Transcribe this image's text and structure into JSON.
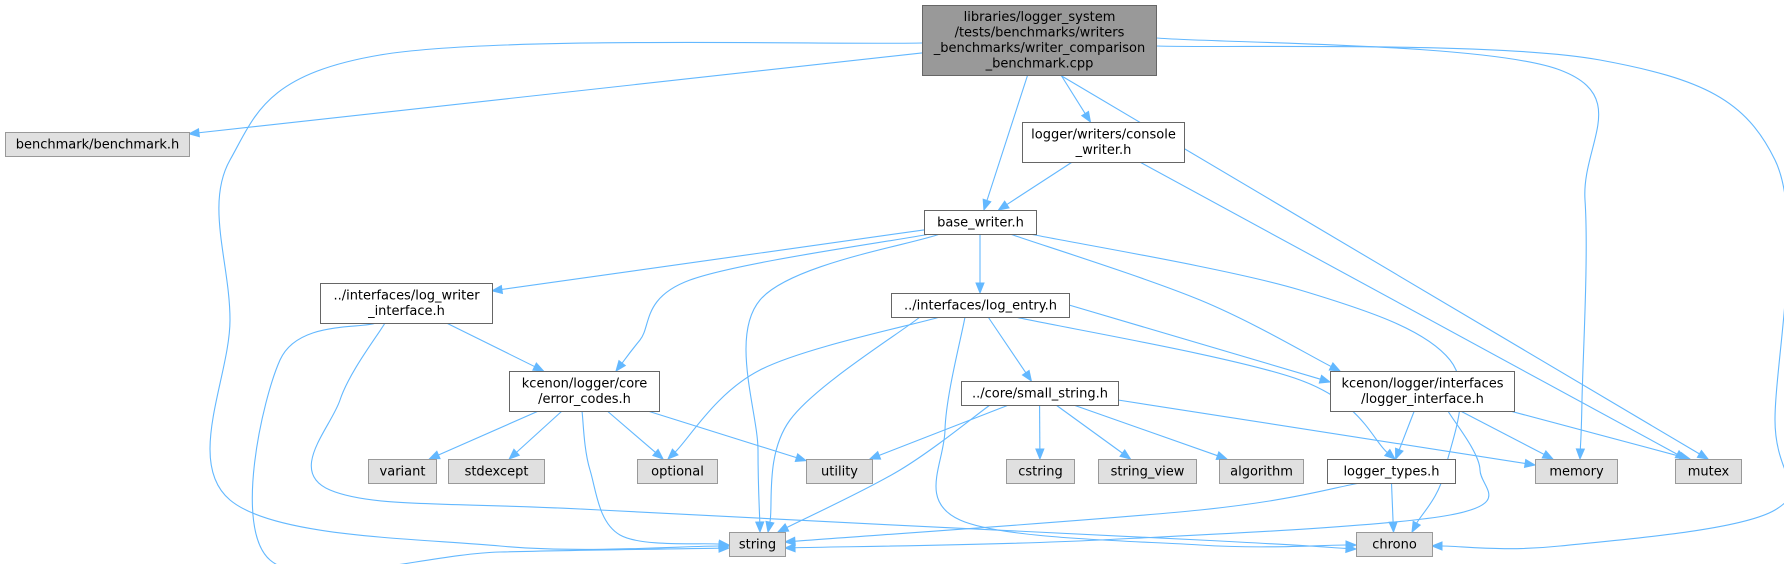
{
  "colors": {
    "edge": "#63b8ff",
    "root_fill": "#999999",
    "local_fill": "#ffffff",
    "system_fill": "#e0e0e0",
    "border": "#666666",
    "system_border": "#999999"
  },
  "nodes": [
    {
      "id": "root",
      "kind": "root",
      "lines": [
        "libraries/logger_system",
        "/tests/benchmarks/writers",
        "_benchmarks/writer_comparison",
        "_benchmark.cpp"
      ]
    },
    {
      "id": "benchmark_h",
      "kind": "system",
      "lines": [
        "benchmark/benchmark.h"
      ]
    },
    {
      "id": "console_writer",
      "kind": "local",
      "lines": [
        "logger/writers/console",
        "_writer.h"
      ]
    },
    {
      "id": "base_writer",
      "kind": "local",
      "lines": [
        "base_writer.h"
      ]
    },
    {
      "id": "log_writer_interface",
      "kind": "local",
      "lines": [
        "../interfaces/log_writer",
        "_interface.h"
      ]
    },
    {
      "id": "log_entry",
      "kind": "local",
      "lines": [
        "../interfaces/log_entry.h"
      ]
    },
    {
      "id": "error_codes",
      "kind": "local",
      "lines": [
        "kcenon/logger/core",
        "/error_codes.h"
      ]
    },
    {
      "id": "small_string",
      "kind": "local",
      "lines": [
        "../core/small_string.h"
      ]
    },
    {
      "id": "logger_interface",
      "kind": "local",
      "lines": [
        "kcenon/logger/interfaces",
        "/logger_interface.h"
      ]
    },
    {
      "id": "variant",
      "kind": "system",
      "lines": [
        "variant"
      ]
    },
    {
      "id": "stdexcept",
      "kind": "system",
      "lines": [
        "stdexcept"
      ]
    },
    {
      "id": "optional",
      "kind": "system",
      "lines": [
        "optional"
      ]
    },
    {
      "id": "utility",
      "kind": "system",
      "lines": [
        "utility"
      ]
    },
    {
      "id": "cstring",
      "kind": "system",
      "lines": [
        "cstring"
      ]
    },
    {
      "id": "string_view",
      "kind": "system",
      "lines": [
        "string_view"
      ]
    },
    {
      "id": "algorithm",
      "kind": "system",
      "lines": [
        "algorithm"
      ]
    },
    {
      "id": "logger_types",
      "kind": "local",
      "lines": [
        "logger_types.h"
      ]
    },
    {
      "id": "memory",
      "kind": "system",
      "lines": [
        "memory"
      ]
    },
    {
      "id": "mutex",
      "kind": "system",
      "lines": [
        "mutex"
      ]
    },
    {
      "id": "string",
      "kind": "system",
      "lines": [
        "string"
      ]
    },
    {
      "id": "chrono",
      "kind": "system",
      "lines": [
        "chrono"
      ]
    }
  ],
  "edges": [
    [
      "root",
      "benchmark_h"
    ],
    [
      "root",
      "console_writer"
    ],
    [
      "root",
      "base_writer"
    ],
    [
      "root",
      "string"
    ],
    [
      "root",
      "memory"
    ],
    [
      "root",
      "mutex"
    ],
    [
      "root",
      "chrono"
    ],
    [
      "console_writer",
      "base_writer"
    ],
    [
      "console_writer",
      "mutex"
    ],
    [
      "base_writer",
      "log_writer_interface"
    ],
    [
      "base_writer",
      "log_entry"
    ],
    [
      "base_writer",
      "error_codes"
    ],
    [
      "base_writer",
      "logger_interface"
    ],
    [
      "base_writer",
      "string"
    ],
    [
      "base_writer",
      "chrono"
    ],
    [
      "log_writer_interface",
      "error_codes"
    ],
    [
      "log_writer_interface",
      "string"
    ],
    [
      "log_writer_interface",
      "chrono"
    ],
    [
      "log_entry",
      "small_string"
    ],
    [
      "log_entry",
      "logger_interface"
    ],
    [
      "log_entry",
      "optional"
    ],
    [
      "log_entry",
      "string"
    ],
    [
      "log_entry",
      "chrono"
    ],
    [
      "log_entry",
      "logger_types"
    ],
    [
      "error_codes",
      "variant"
    ],
    [
      "error_codes",
      "stdexcept"
    ],
    [
      "error_codes",
      "optional"
    ],
    [
      "error_codes",
      "utility"
    ],
    [
      "error_codes",
      "string"
    ],
    [
      "small_string",
      "utility"
    ],
    [
      "small_string",
      "cstring"
    ],
    [
      "small_string",
      "string_view"
    ],
    [
      "small_string",
      "algorithm"
    ],
    [
      "small_string",
      "memory"
    ],
    [
      "small_string",
      "string"
    ],
    [
      "logger_interface",
      "logger_types"
    ],
    [
      "logger_interface",
      "memory"
    ],
    [
      "logger_interface",
      "mutex"
    ],
    [
      "logger_interface",
      "string"
    ],
    [
      "logger_types",
      "string"
    ],
    [
      "logger_types",
      "chrono"
    ]
  ]
}
